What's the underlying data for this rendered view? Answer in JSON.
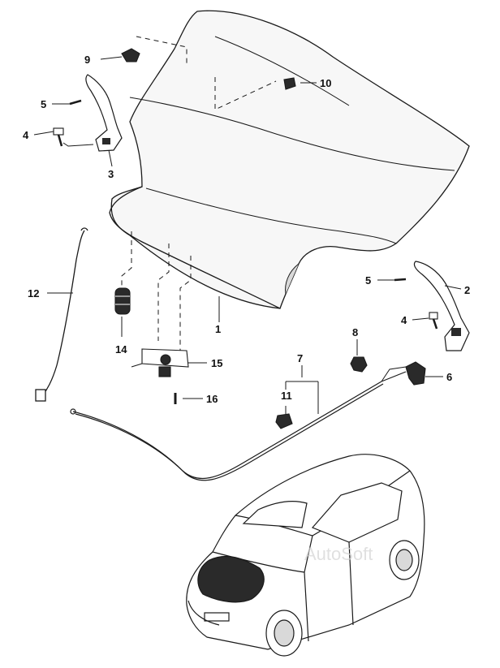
{
  "diagram": {
    "colors": {
      "ink": "#1a1a1a",
      "background": "#ffffff",
      "hood_fill": "#f7f7f7",
      "shade": "#d9d9d9",
      "part_dark": "#2a2a2a"
    },
    "callouts": [
      "1",
      "2",
      "3",
      "4",
      "4",
      "5",
      "5",
      "6",
      "7",
      "8",
      "9",
      "10",
      "11",
      "12",
      "14",
      "15",
      "16"
    ],
    "watermark": "AutoSoft"
  }
}
